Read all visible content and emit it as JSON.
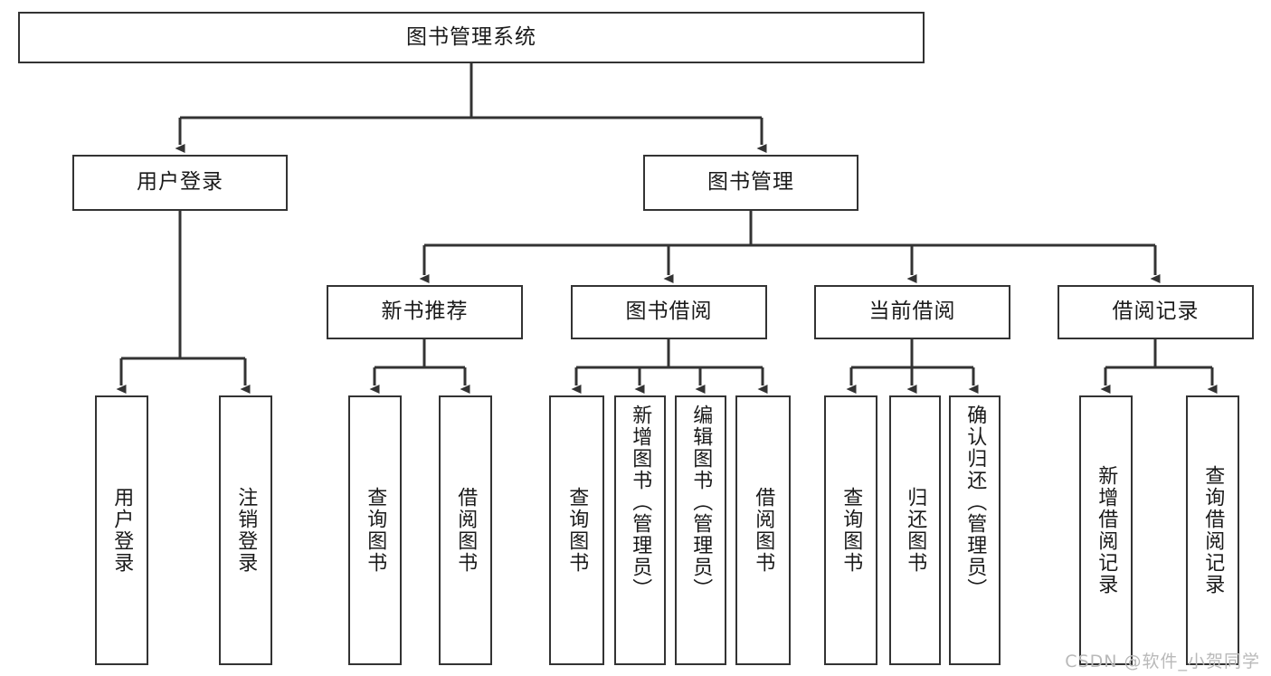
{
  "diagram": {
    "title": "图书管理系统",
    "type": "hierarchy-tree",
    "root": {
      "label": "图书管理系统"
    },
    "level2": [
      {
        "label": "用户登录"
      },
      {
        "label": "图书管理"
      }
    ],
    "level3": [
      {
        "label": "新书推荐"
      },
      {
        "label": "图书借阅"
      },
      {
        "label": "当前借阅"
      },
      {
        "label": "借阅记录"
      }
    ],
    "leaves": {
      "user_login": [
        {
          "label": "用户登录"
        },
        {
          "label": "注销登录"
        }
      ],
      "new_book_recommend": [
        {
          "label": "查询图书"
        },
        {
          "label": "借阅图书"
        }
      ],
      "book_borrow": [
        {
          "label": "查询图书"
        },
        {
          "label": "新增图书（管理员）"
        },
        {
          "label": "编辑图书（管理员）"
        },
        {
          "label": "借阅图书"
        }
      ],
      "current_borrow": [
        {
          "label": "查询图书"
        },
        {
          "label": "归还图书"
        },
        {
          "label": "确认归还（管理员）"
        }
      ],
      "borrow_record": [
        {
          "label": "新增借阅记录"
        },
        {
          "label": "查询借阅记录"
        }
      ]
    }
  },
  "colors": {
    "border": "#333333",
    "text": "#1a1a1a",
    "background": "#ffffff",
    "watermark": "#b9b9b9"
  },
  "watermark": {
    "text": "CSDN @软件_小贺同学"
  }
}
